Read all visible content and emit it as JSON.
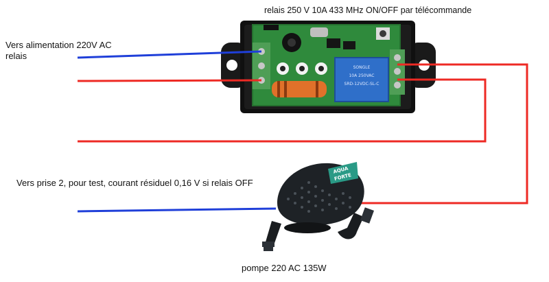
{
  "labels": {
    "relay_title": "relais 250 V 10A 433 MHz ON/OFF par télécommande",
    "power_line1": "Vers alimentation 220V AC",
    "power_line2": "relais",
    "outlet_test": "Vers prise 2, pour test, courant résiduel 0,16 V si relais OFF",
    "pump_caption": "pompe 220 AC 135W"
  },
  "relay_markings": {
    "relay_model": "SRD-12VDC-SL-C",
    "relay_rating": "10A 250VAC",
    "relay_brand": "SONGLE"
  },
  "pump_brand": [
    "AQUA",
    "FORTE"
  ],
  "colors": {
    "live_wire": "#ee2a24",
    "neutral_wire": "#1f3fd9",
    "enclosure": "#1c1c1c",
    "pcb": "#2f8a3c",
    "relay_body": "#2f6fc9",
    "pump_body": "#1e2226",
    "pump_label": "#2a9a86"
  },
  "icons": [
    "relay-module-icon",
    "pump-icon"
  ]
}
